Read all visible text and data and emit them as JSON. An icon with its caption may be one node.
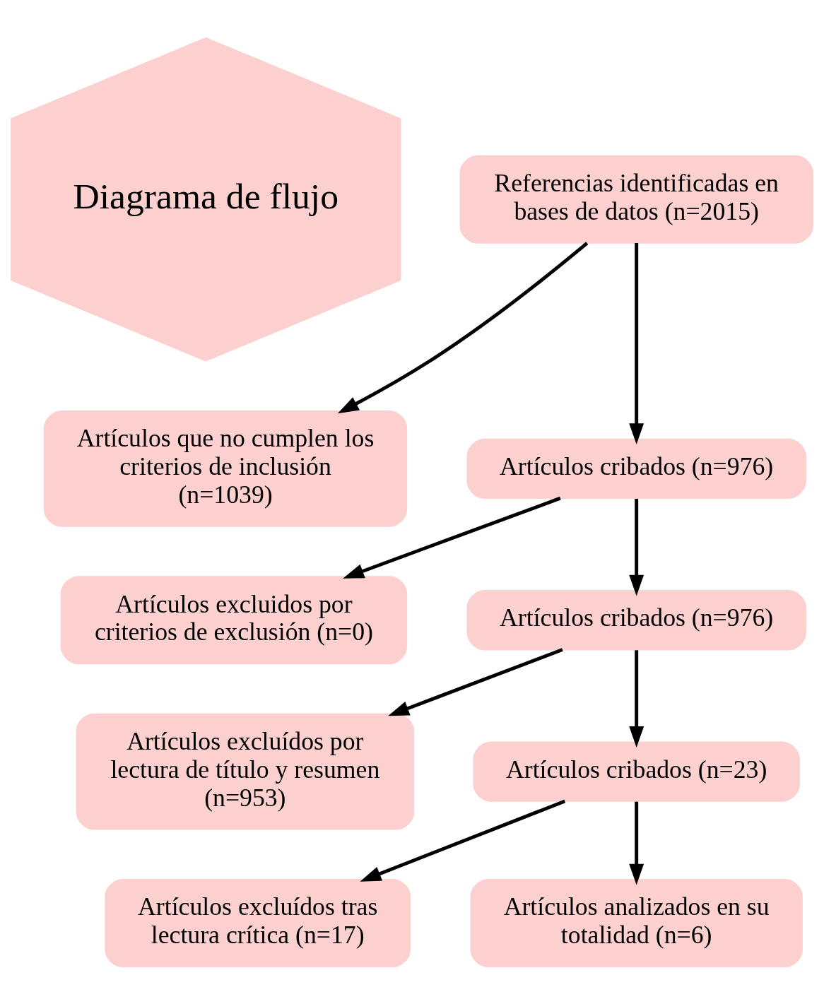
{
  "diagram": {
    "nodes": [
      {
        "text": [
          "Diagrama de flujo"
        ]
      },
      {
        "text": [
          "Referencias identificadas en bases de datos (n=2015)"
        ]
      },
      {
        "text": [
          "Artículos que no cumplen los criterios de inclusión (n=1039)"
        ]
      },
      {
        "text": [
          "Artículos cribados (n=976)"
        ]
      },
      {
        "text": [
          "Artículos excluidos por criterios de exclusión (n=0)"
        ]
      },
      {
        "text": [
          "Artículos cribados (n=976)"
        ]
      },
      {
        "text": [
          "Artículos excluídos por lectura de título y resumen (n=953)"
        ]
      },
      {
        "text": [
          "Artículos cribados (n=23)"
        ]
      },
      {
        "text": [
          "Artículos excluídos tras lectura crítica (n=17)"
        ]
      },
      {
        "text": [
          "Artículos analizados en su totalidad (n=6)"
        ]
      }
    ],
    "edges": [
      {
        "from": 1,
        "to": 3,
        "arrow": "to"
      },
      {
        "from": 1,
        "to": 2,
        "arrow": "to"
      },
      {
        "from": 3,
        "to": 5,
        "arrow": "to"
      },
      {
        "from": 3,
        "to": 4,
        "arrow": "to"
      },
      {
        "from": 5,
        "to": 7,
        "arrow": "to"
      },
      {
        "from": 5,
        "to": 6,
        "arrow": "to"
      },
      {
        "from": 7,
        "to": 9,
        "arrow": "to"
      },
      {
        "from": 7,
        "to": 8,
        "arrow": "to"
      }
    ]
  }
}
